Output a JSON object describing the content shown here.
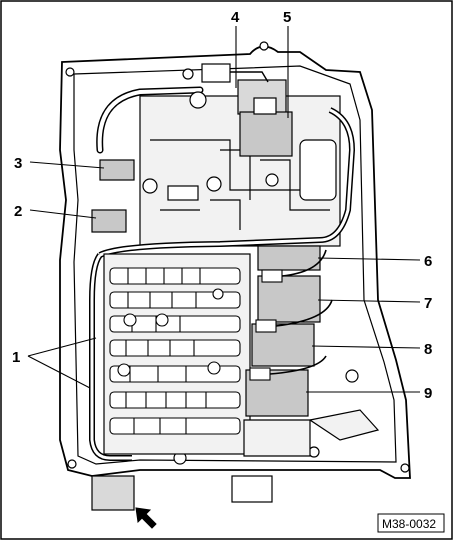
{
  "callouts": {
    "c1": "1",
    "c2": "2",
    "c3": "3",
    "c4": "4",
    "c5": "5",
    "c6": "6",
    "c7": "7",
    "c8": "8",
    "c9": "9"
  },
  "figure_ref": "M38-0032",
  "colors": {
    "ink": "#000000",
    "housing": "#ffffff",
    "shade": "#d9d9d9",
    "solenoid": "#c8c8c8"
  },
  "icons": {
    "view_arrow": "arrow-icon"
  }
}
